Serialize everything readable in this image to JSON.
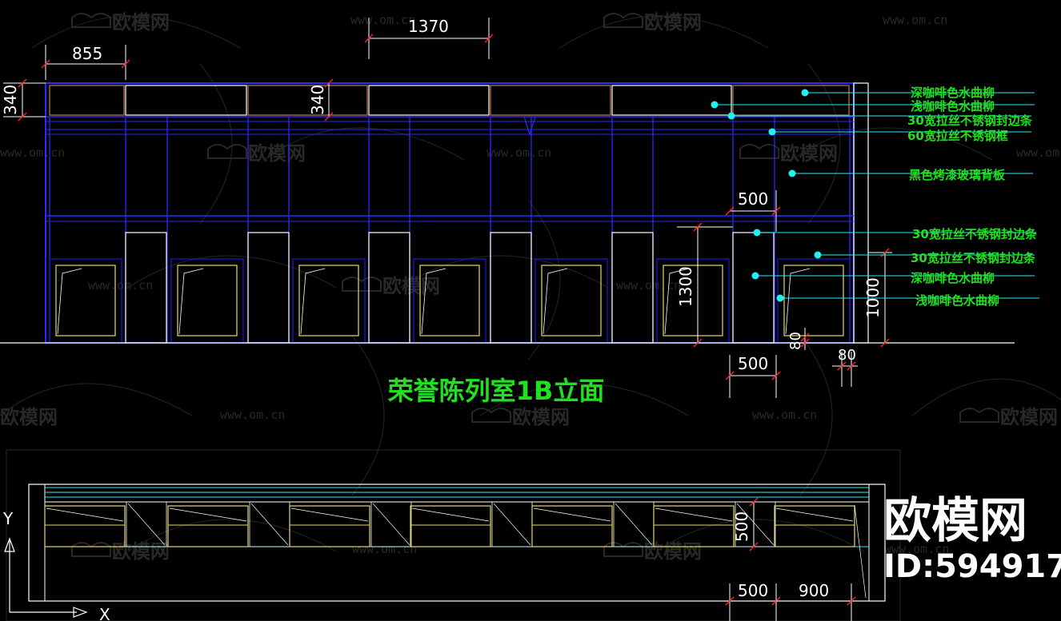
{
  "drawing": {
    "title": "荣誉陈列室1B立面",
    "colors": {
      "background": "#000000",
      "frame_blue": "#2a2aff",
      "panel_blue": "#1a1acc",
      "white": "#ffffff",
      "yellow": "#e8d870",
      "orange": "#c87850",
      "red": "#ff2020",
      "cyan": "#20f0f0",
      "green": "#20e020"
    }
  },
  "dimensions": {
    "d855": "855",
    "d1370": "1370",
    "d340a": "340",
    "d340b": "340",
    "d500a": "500",
    "d1300": "1300",
    "d1000": "1000",
    "d80a": "80",
    "d80b": "80",
    "d500b": "500",
    "d500c": "500",
    "d500d": "500",
    "d900": "900"
  },
  "annotations": [
    "深咖啡色水曲柳",
    "浅咖啡色水曲柳",
    "30宽拉丝不锈钢封边条",
    "60宽拉丝不锈钢框",
    "黑色烤漆玻璃背板",
    "30宽拉丝不锈钢封边条",
    "30宽拉丝不锈钢封边条",
    "深咖啡色水曲柳",
    "浅咖啡色水曲柳"
  ],
  "axes": {
    "y": "Y",
    "x": "X"
  },
  "watermark": {
    "brand": "欧模网",
    "url": "www.om.cn",
    "id_text": "ID:594917"
  }
}
